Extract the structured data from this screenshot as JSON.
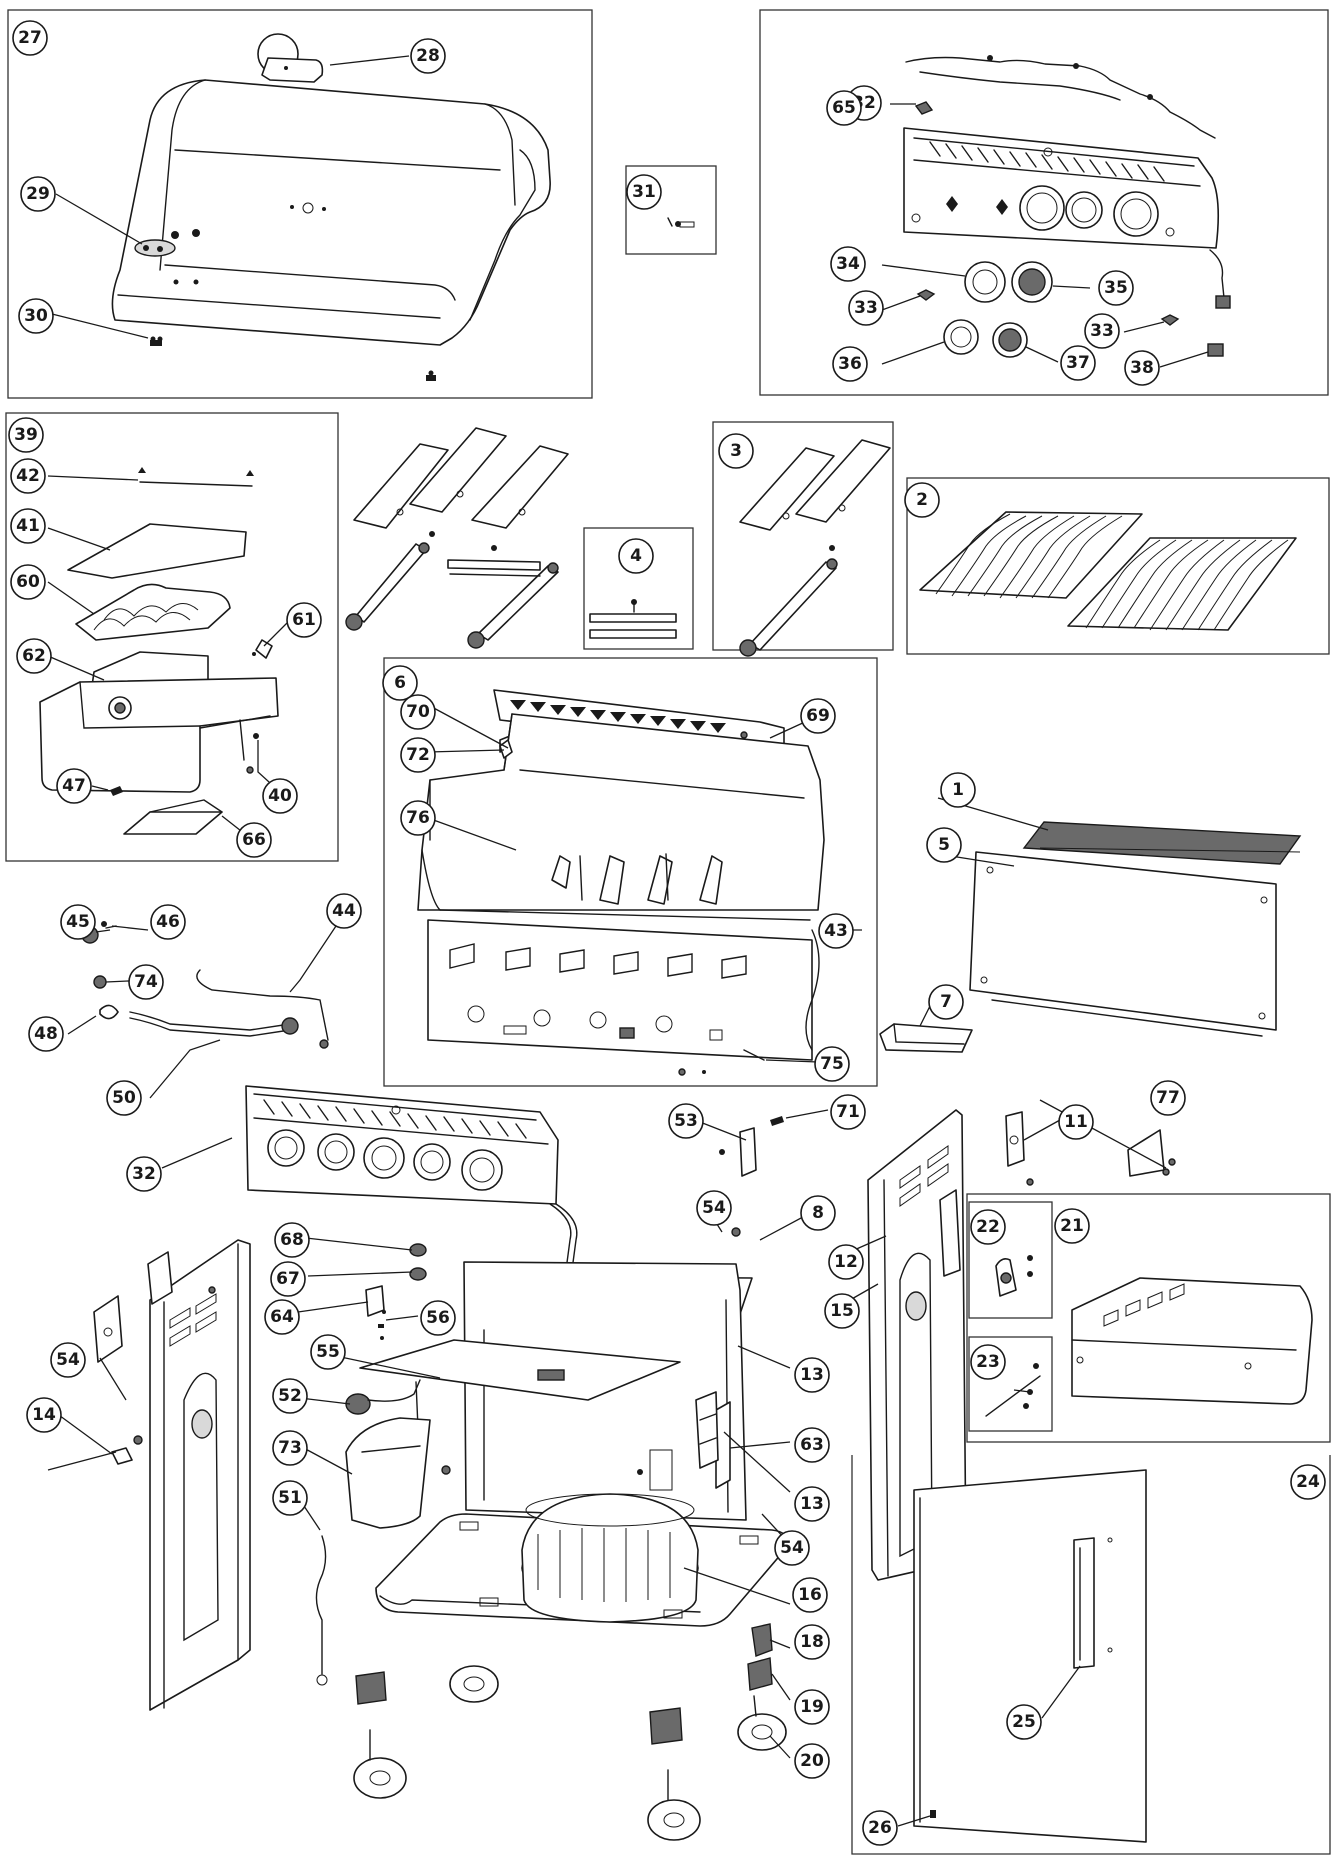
{
  "callouts": {
    "items": [
      "1",
      "2",
      "3",
      "4",
      "5",
      "6",
      "7",
      "8",
      "11",
      "12",
      "13",
      "13",
      "14",
      "15",
      "16",
      "18",
      "19",
      "20",
      "21",
      "22",
      "23",
      "24",
      "25",
      "26",
      "27",
      "28",
      "29",
      "30",
      "31",
      "32",
      "32",
      "33",
      "33",
      "34",
      "35",
      "36",
      "37",
      "38",
      "39",
      "40",
      "41",
      "42",
      "43",
      "44",
      "45",
      "46",
      "47",
      "48",
      "50",
      "51",
      "52",
      "53",
      "54",
      "54",
      "54",
      "55",
      "56",
      "60",
      "61",
      "62",
      "63",
      "64",
      "65",
      "66",
      "67",
      "68",
      "69",
      "70",
      "71",
      "72",
      "73",
      "74",
      "75",
      "76",
      "77"
    ]
  },
  "colors": {
    "line": "#1a1a1a",
    "callout_fill": "#ffffff",
    "dark_part": "#6a6a6a",
    "light_part": "#d9d9d9"
  }
}
